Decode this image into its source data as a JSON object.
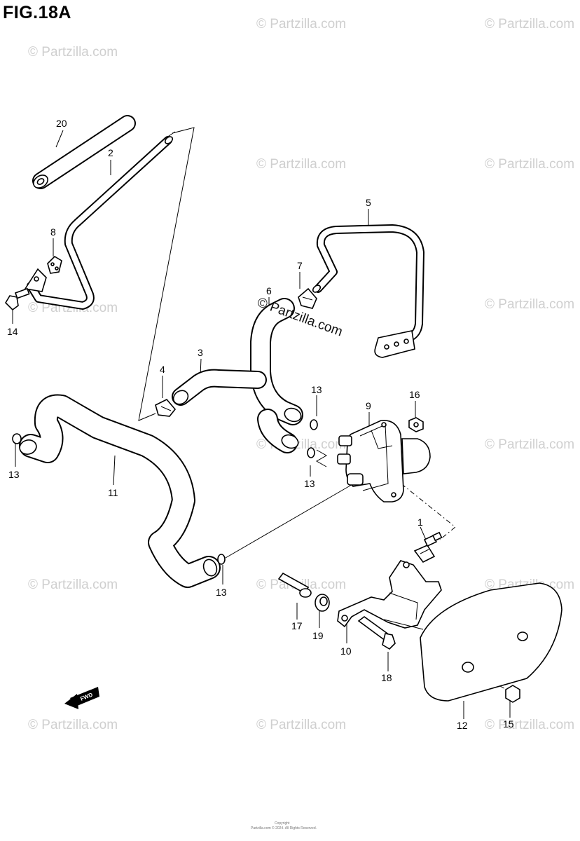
{
  "figure": {
    "title": "FIG.18A"
  },
  "callouts": {
    "c1": "1",
    "c2": "2",
    "c3": "3",
    "c4": "4",
    "c5": "5",
    "c6": "6",
    "c7": "7",
    "c8": "8",
    "c9": "9",
    "c10": "10",
    "c11": "11",
    "c12": "12",
    "c13a": "13",
    "c13b": "13",
    "c13c": "13",
    "c13d": "13",
    "c14": "14",
    "c15": "15",
    "c16": "16",
    "c17": "17",
    "c18": "18",
    "c19": "19",
    "c20": "20"
  },
  "fwd_label": "FWD",
  "watermark": {
    "text": "© Partzilla.com",
    "center_text": "© Partzilla.com"
  },
  "copyright": {
    "line1": "Copyright",
    "line2": "Partzilla.com © 2024. All Rights Reserved."
  }
}
